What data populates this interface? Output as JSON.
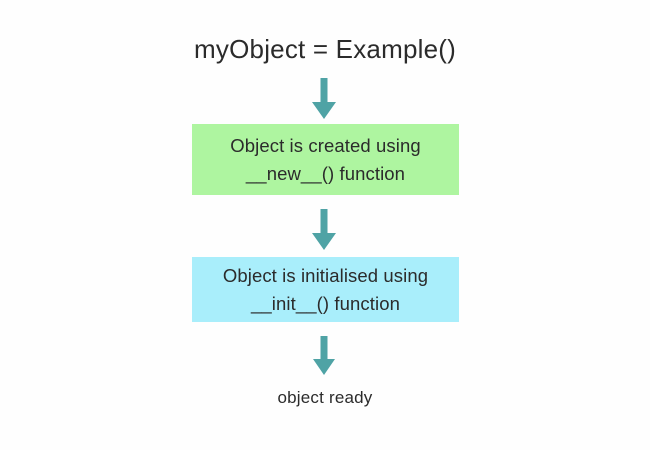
{
  "diagram": {
    "title": "myObject = Example()",
    "footer": "object ready",
    "background_color": "#fefefe",
    "text_color": "#2b2b2b",
    "arrow_color": "#4fa3a5",
    "steps": [
      {
        "id": "new",
        "line1": "Object is created using",
        "line2": "__new__() function",
        "fill_color": "#aef5a0"
      },
      {
        "id": "init",
        "line1": "Object is initialised using",
        "line2": "__init__() function",
        "fill_color": "#a9eefb"
      }
    ],
    "arrows": [
      {
        "id": "arrow-1",
        "direction": "down"
      },
      {
        "id": "arrow-2",
        "direction": "down"
      },
      {
        "id": "arrow-3",
        "direction": "down"
      }
    ]
  }
}
